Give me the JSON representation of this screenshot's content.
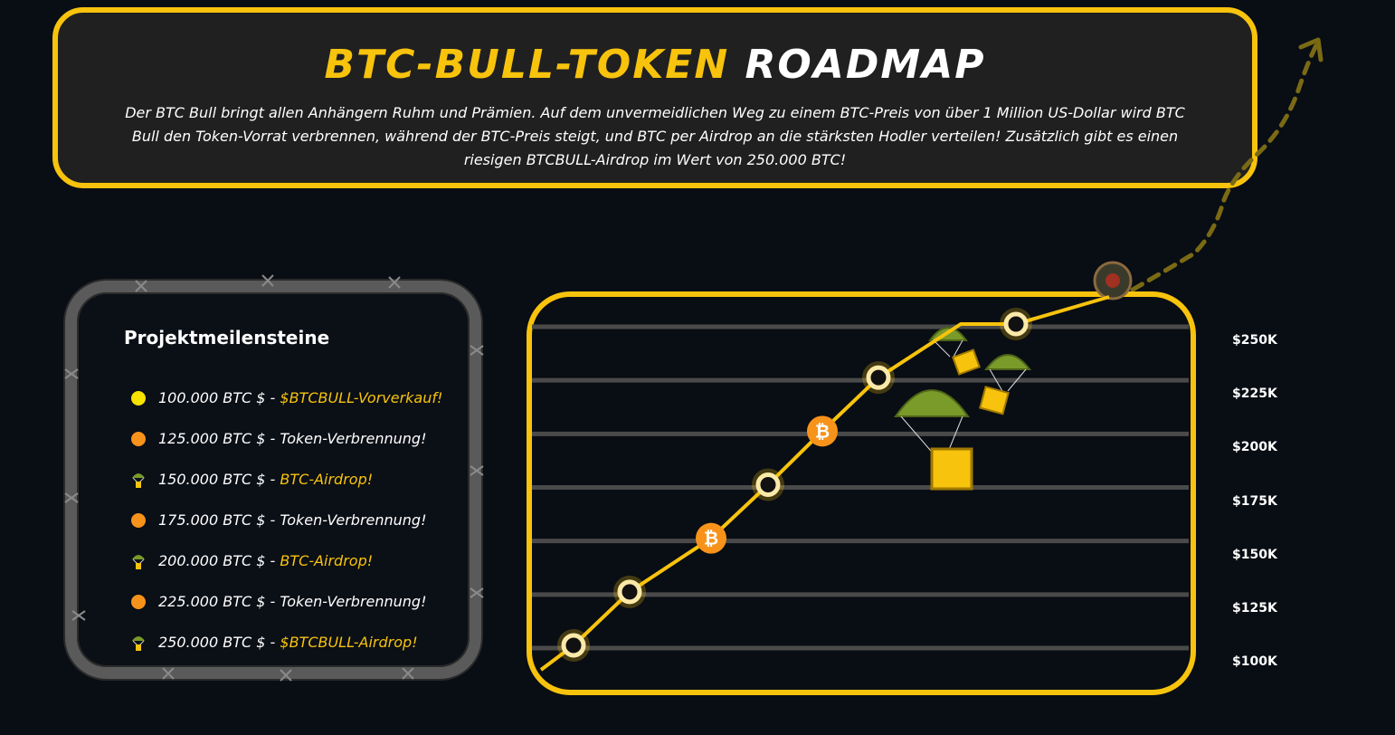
{
  "header": {
    "title_part1": "BTC-BULL-TOKEN",
    "title_part2": "ROADMAP",
    "description": "Der BTC Bull bringt allen Anhängern Ruhm und Prämien. Auf dem unvermeidlichen Weg zu einem BTC-Preis von über 1 Million US-Dollar wird BTC Bull den Token-Vorrat verbrennen, während der BTC-Preis steigt, und BTC per Airdrop an die stärksten Hodler verteilen! Zusätzlich gibt es einen riesigen BTCBULL-Airdrop im Wert von 250.000 BTC!"
  },
  "milestones": {
    "title": "Projektmeilensteine",
    "items": [
      {
        "price": "100.000 BTC $",
        "sep": " - ",
        "label": "$BTCBULL-Vorverkauf!",
        "icon": "yellow-dot-icon",
        "color": "#f7e200",
        "label_style": "yellow"
      },
      {
        "price": "125.000 BTC $",
        "sep": " -  ",
        "label": "Token-Verbrennung!",
        "icon": "orange-dot-icon",
        "color": "#f7931a",
        "label_style": "white"
      },
      {
        "price": "150.000 BTC $",
        "sep": " - ",
        "label": "BTC-Airdrop!",
        "icon": "parachute-icon",
        "color": "#7a9a2a",
        "label_style": "yellow"
      },
      {
        "price": "175.000 BTC $",
        "sep": " - ",
        "label": "Token-Verbrennung!",
        "icon": "orange-dot-icon",
        "color": "#f7931a",
        "label_style": "white"
      },
      {
        "price": "200.000 BTC $",
        "sep": " - ",
        "label": "BTC-Airdrop!",
        "icon": "parachute-icon",
        "color": "#7a9a2a",
        "label_style": "yellow"
      },
      {
        "price": "225.000 BTC $",
        "sep": " - ",
        "label": "Token-Verbrennung!",
        "icon": "orange-dot-icon",
        "color": "#f7931a",
        "label_style": "white"
      },
      {
        "price": "250.000 BTC $",
        "sep": " - ",
        "label": "$BTCBULL-Airdrop!",
        "icon": "parachute-icon",
        "color": "#7a9a2a",
        "label_style": "yellow"
      }
    ]
  },
  "colors": {
    "accent": "#f7c30c",
    "bitcoin_orange": "#f7931a",
    "background": "#090d14",
    "card": "#202020",
    "grid": "#4a4a4a"
  },
  "chart_data": {
    "type": "line",
    "ylabels": [
      "$250K",
      "$225K",
      "$200K",
      "$175K",
      "$150K",
      "$125K",
      "$100K"
    ],
    "ylim": [
      100000,
      250000
    ],
    "grid": true,
    "points": [
      {
        "y": 100000,
        "marker": "ring"
      },
      {
        "y": 125000,
        "marker": "ring"
      },
      {
        "y": 150000,
        "marker": "bitcoin"
      },
      {
        "y": 175000,
        "marker": "ring"
      },
      {
        "y": 200000,
        "marker": "bitcoin"
      },
      {
        "y": 225000,
        "marker": "ring"
      },
      {
        "y": 250000,
        "marker": "ring"
      }
    ],
    "bitcoin_symbol": "₿"
  }
}
